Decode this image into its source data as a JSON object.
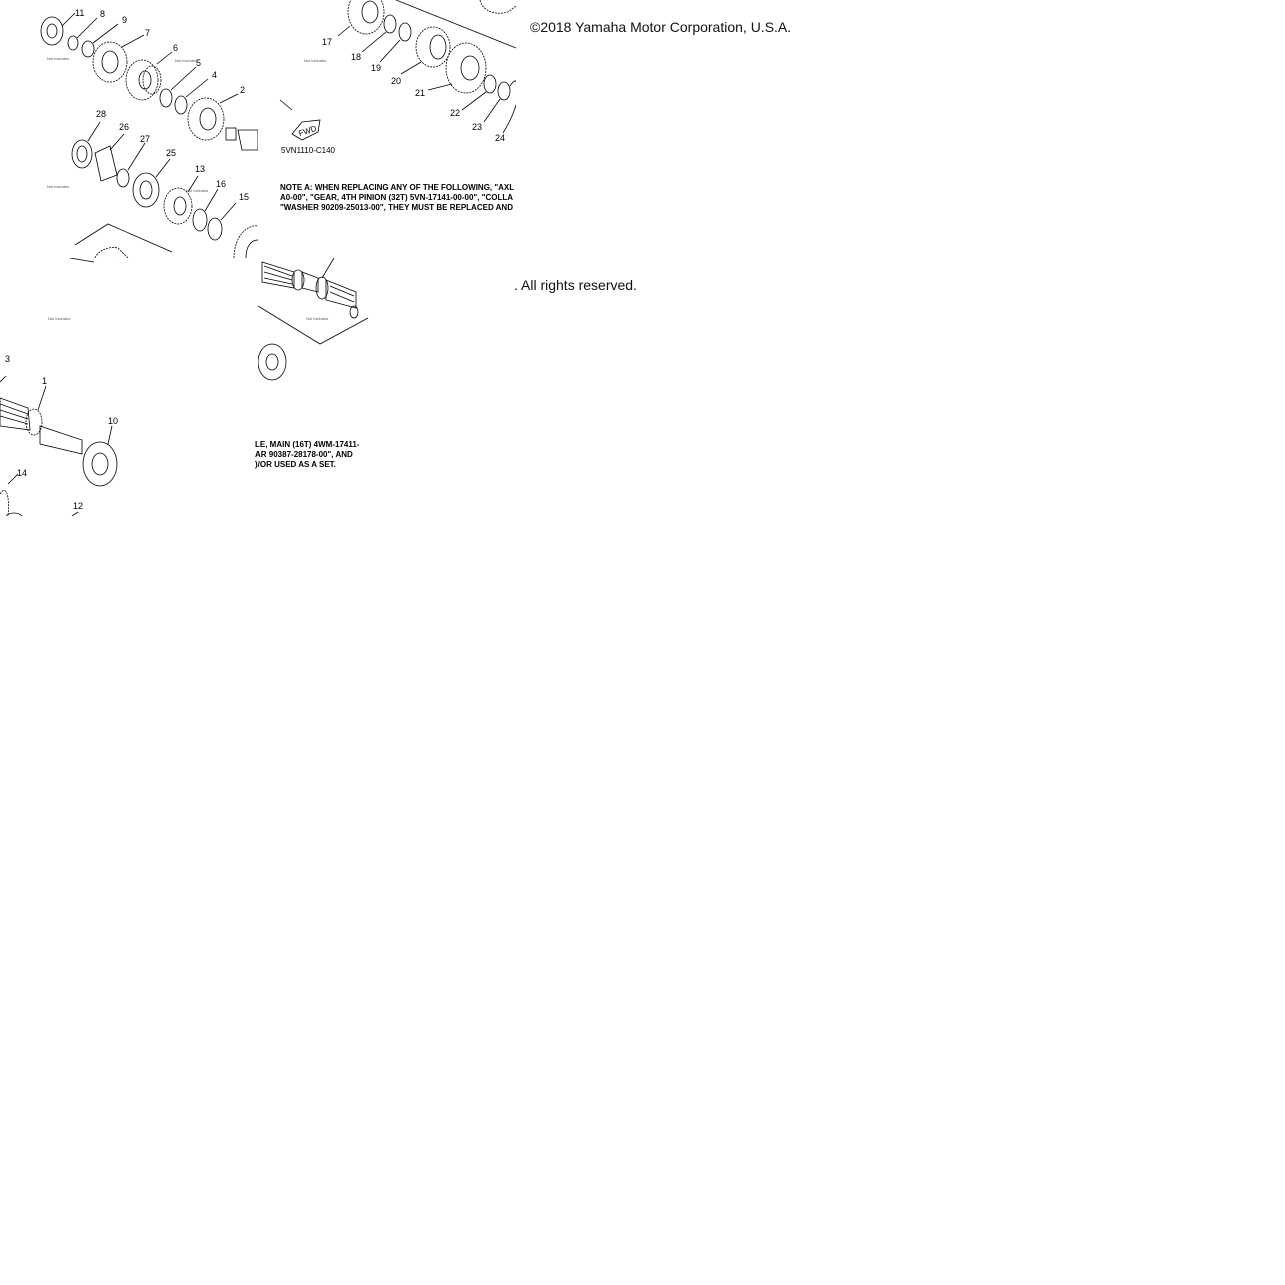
{
  "copyright": "©2018 Yamaha Motor Corporation, U.S.A.",
  "rights": ". All rights reserved.",
  "ref_code": "5VN1110-C140",
  "fwd_label": "FWD",
  "callouts_a": [
    "11",
    "8",
    "9",
    "7",
    "6",
    "5",
    "4",
    "2",
    "28",
    "26",
    "27",
    "25",
    "13",
    "16",
    "15"
  ],
  "callouts_b": [
    "17",
    "18",
    "19",
    "20",
    "21",
    "22",
    "23",
    "24"
  ],
  "callouts_c": [
    "3",
    "1",
    "10",
    "14",
    "12"
  ],
  "note_right": "NOTE A: WHEN REPLACING ANY OF THE FOLLOWING, \"AXL\nA0-00\", \"GEAR, 4TH PINION (32T) 5VN-17141-00-00\", \"COLLA\n\"WASHER 90209-25013-00\", THEY MUST BE REPLACED AND",
  "note_left": "LE, MAIN (16T) 4WM-17411-\nAR 90387-28178-00\", AND\n)/OR USED AS A SET.",
  "small_label": "Not Includes"
}
